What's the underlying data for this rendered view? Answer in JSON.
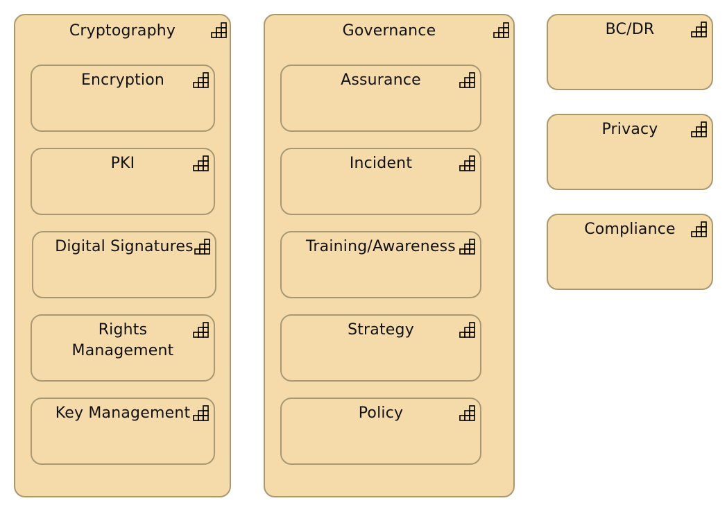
{
  "groups": {
    "cryptography": {
      "label": "Cryptography",
      "children": {
        "encryption": "Encryption",
        "pki": "PKI",
        "digital_signatures": "Digital Signatures",
        "rights_management": "Rights Management",
        "key_management": "Key Management"
      }
    },
    "governance": {
      "label": "Governance",
      "children": {
        "assurance": "Assurance",
        "incident": "Incident",
        "training_awareness": "Training/Awareness",
        "strategy": "Strategy",
        "policy": "Policy"
      }
    }
  },
  "standalone": {
    "bcdr": "BC/DR",
    "privacy": "Privacy",
    "compliance": "Compliance"
  },
  "icon": "capability-icon",
  "colors": {
    "box_fill": "#f4dba9",
    "box_border": "#a89872"
  }
}
